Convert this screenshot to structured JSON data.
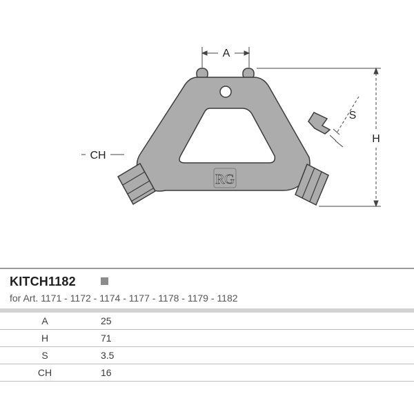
{
  "drawing": {
    "labels": {
      "a": "A",
      "h": "H",
      "s": "S",
      "ch": "CH"
    },
    "logo_text": "RG",
    "colors": {
      "body_fill": "#acacac",
      "outline": "#3a3a3a",
      "dimension_line": "#444444"
    }
  },
  "product": {
    "code": "KITCH1182",
    "compat": "for Art. 1171 - 1172 - 1174 - 1177 - 1178 - 1179 - 1182",
    "swatch_color": "#8c8c8c"
  },
  "specs": [
    {
      "label": "A",
      "value": "25"
    },
    {
      "label": "H",
      "value": "71"
    },
    {
      "label": "S",
      "value": "3.5"
    },
    {
      "label": "CH",
      "value": "16"
    }
  ]
}
